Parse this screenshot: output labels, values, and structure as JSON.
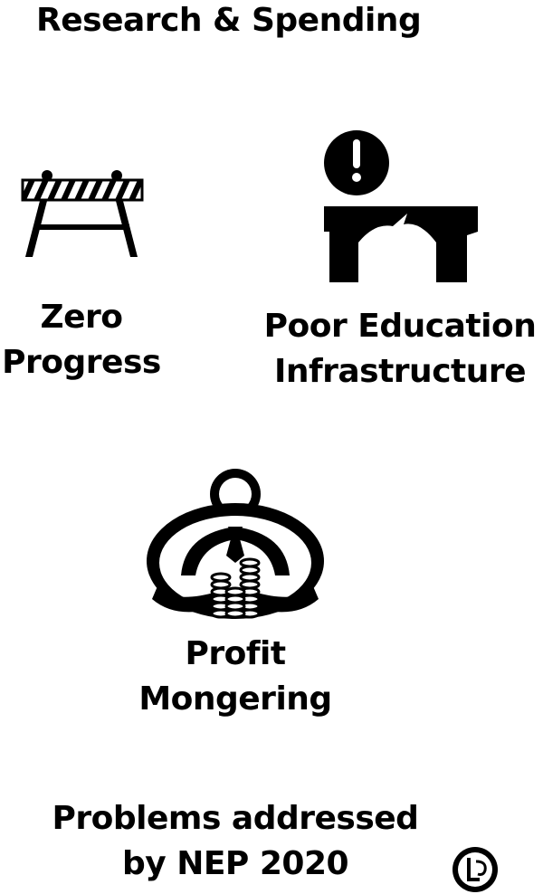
{
  "header": {
    "title": "Research & Spending"
  },
  "items": [
    {
      "label_line1": "Zero",
      "label_line2": "Progress",
      "icon": "roadblock-barrier-icon"
    },
    {
      "label_line1": "Poor Education",
      "label_line2": "Infrastructure",
      "icon": "broken-bridge-alert-icon"
    },
    {
      "label_line1": "Profit",
      "label_line2": "Mongering",
      "icon": "businessman-coins-icon"
    }
  ],
  "footer": {
    "line1": "Problems addressed",
    "line2": "by NEP 2020",
    "logo_icon": "circular-logo-icon"
  },
  "colors": {
    "foreground": "#000000",
    "background": "#ffffff"
  }
}
